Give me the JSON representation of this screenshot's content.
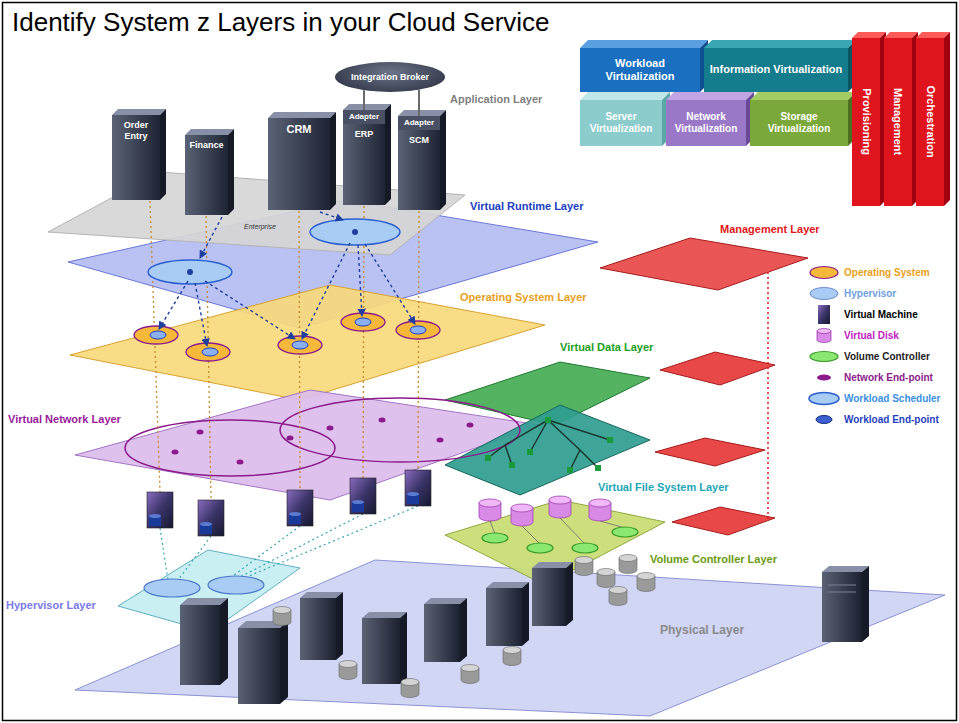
{
  "diagram": {
    "title": "Identify System z Layers in your Cloud Service",
    "nodes": [
      {
        "text": [
          "Application Layer",
          "Enterprise"
        ]
      },
      {
        "text": [
          "Integration Broker"
        ],
        "in": 0
      },
      {
        "text": [
          "Adapter"
        ],
        "in": 0
      },
      {
        "text": [
          "Adapter"
        ],
        "in": 0
      },
      {
        "text": [
          "Order Entry"
        ],
        "in": 0
      },
      {
        "text": [
          "Finance"
        ],
        "in": 0
      },
      {
        "text": [
          "CRM"
        ],
        "in": 0
      },
      {
        "text": [
          "ERP"
        ],
        "in": 0
      },
      {
        "text": [
          "SCM"
        ],
        "in": 0
      },
      {
        "text": [
          "Workload Virtualization"
        ]
      },
      {
        "text": [
          "Information Virtualization"
        ]
      },
      {
        "text": [
          "Server Virtualization"
        ]
      },
      {
        "text": [
          "Network Virtualization"
        ]
      },
      {
        "text": [
          "Storage Virtualization"
        ]
      },
      {
        "text": [
          "Provisioning"
        ]
      },
      {
        "text": [
          "Management"
        ]
      },
      {
        "text": [
          "Orchestration"
        ]
      },
      {
        "text": [
          "Virtual Runtime Layer"
        ]
      },
      {
        "text": [
          "Management Layer"
        ]
      },
      {
        "text": [
          "Operating System Layer"
        ]
      },
      {
        "text": [
          "Virtual Data Layer"
        ]
      },
      {
        "text": [
          "Virtual Network Layer"
        ]
      },
      {
        "text": [
          "Virtual File System Layer"
        ]
      },
      {
        "text": [
          "Volume Controller Layer"
        ]
      },
      {
        "text": [
          "Hypervisor Layer"
        ]
      },
      {
        "text": [
          "Physical Layer"
        ]
      }
    ],
    "edges": [
      {
        "from": 1,
        "to": 2,
        "arrow": "none"
      },
      {
        "from": 1,
        "to": 3,
        "arrow": "none"
      }
    ],
    "legend": [
      {
        "text": "Operating System"
      },
      {
        "text": "Hypervisor"
      },
      {
        "text": "Virtual Machine"
      },
      {
        "text": "Virtual Disk"
      },
      {
        "text": "Volume Controller"
      },
      {
        "text": "Network End-point"
      },
      {
        "text": "Workload Scheduler"
      },
      {
        "text": "Workload End-point"
      }
    ]
  }
}
